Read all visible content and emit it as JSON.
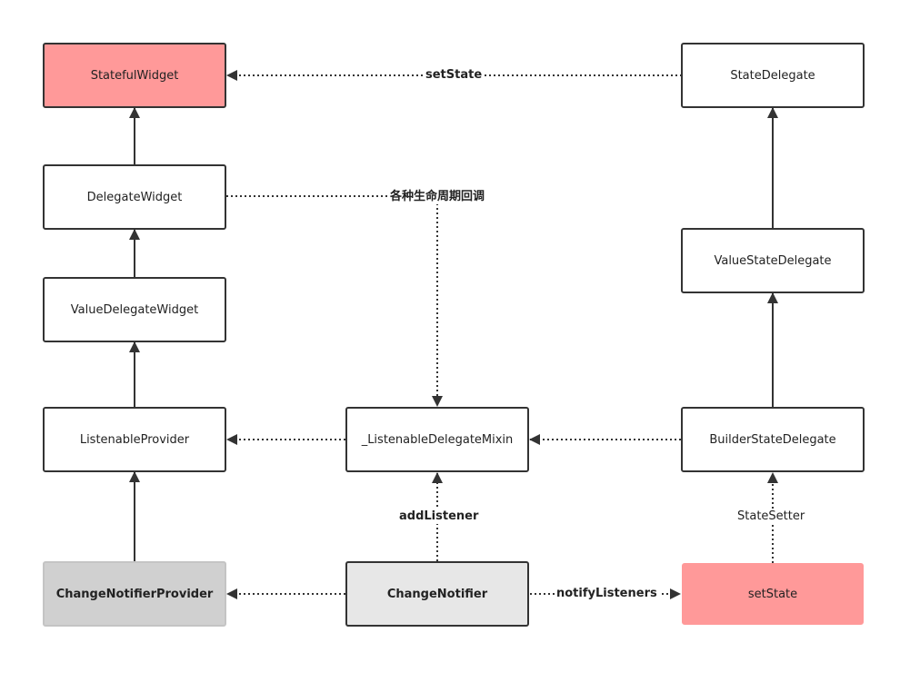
{
  "nodes": {
    "stateful_widget": "StatefulWidget",
    "delegate_widget": "DelegateWidget",
    "value_delegate_widget": "ValueDelegateWidget",
    "listenable_provider": "ListenableProvider",
    "change_notifier_provider": "ChangeNotifierProvider",
    "listenable_delegate_mixin": "_ListenableDelegateMixin",
    "change_notifier": "ChangeNotifier",
    "state_delegate": "StateDelegate",
    "value_state_delegate": "ValueStateDelegate",
    "builder_state_delegate": "BuilderStateDelegate",
    "set_state": "setState"
  },
  "edge_labels": {
    "set_state": "setState",
    "lifecycle_callbacks": "各种生命周期回调",
    "add_listener": "addListener",
    "state_setter": "StateSetter",
    "notify_listeners": "notifyListeners"
  },
  "colors": {
    "highlight_pink": "#ff9999",
    "gray_fill": "#d0d0d0",
    "light_gray_fill": "#e7e7e7",
    "stroke": "#333333"
  }
}
